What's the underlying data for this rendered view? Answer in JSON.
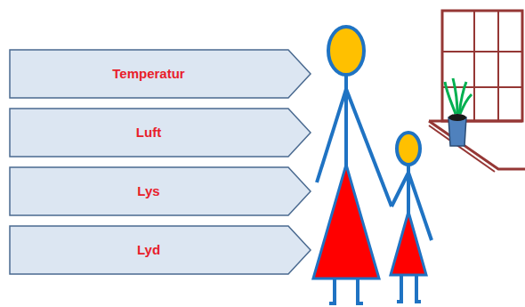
{
  "diagram": {
    "nodes": [
      {
        "text": [
          "Temperatur"
        ]
      },
      {
        "text": [
          "Luft"
        ]
      },
      {
        "text": [
          "Lys"
        ]
      },
      {
        "text": [
          "Lyd"
        ]
      }
    ]
  }
}
